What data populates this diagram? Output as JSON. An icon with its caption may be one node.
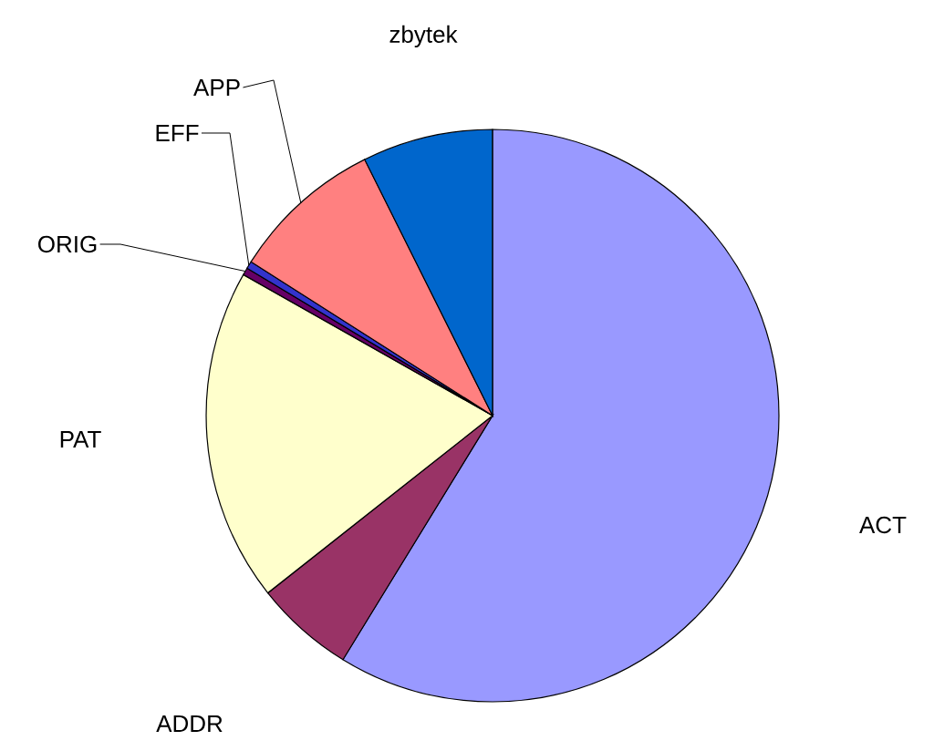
{
  "diagram": {
    "nodes": [
      {
        "text": [
          "APP"
        ]
      },
      {
        "text": [
          "EFF"
        ]
      },
      {
        "text": [
          "ORIG"
        ]
      }
    ],
    "edges": [
      {
        "from": 0,
        "to": null,
        "arrow": "none"
      },
      {
        "from": 1,
        "to": null,
        "arrow": "none"
      },
      {
        "from": 2,
        "to": null,
        "arrow": "none"
      }
    ],
    "labels": [
      "zbytek",
      "PAT",
      "ACT",
      "ADDR"
    ]
  }
}
